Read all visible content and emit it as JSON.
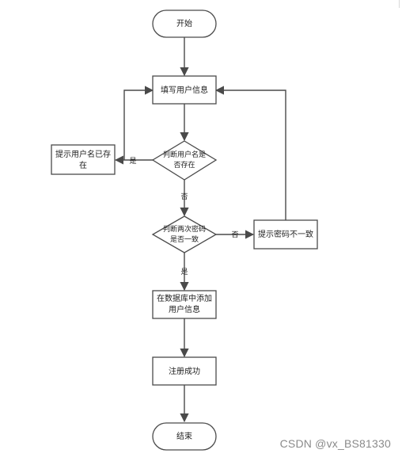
{
  "flowchart": {
    "start": "开始",
    "fill_info": "填写用户信息",
    "check_username_line1": "判断用户名是",
    "check_username_line2": "否存在",
    "username_exists_line1": "提示用户名已存",
    "username_exists_line2": "在",
    "check_password_line1": "判断两次密码",
    "check_password_line2": "是否一致",
    "password_mismatch": "提示密码不一致",
    "add_db_line1": "在数据库中添加",
    "add_db_line2": "用户信息",
    "register_success": "注册成功",
    "end": "结束",
    "label_yes_left": "是",
    "label_no_down": "否",
    "label_no_right": "否",
    "label_yes_down": "是"
  },
  "watermark": "CSDN @vx_BS81330"
}
